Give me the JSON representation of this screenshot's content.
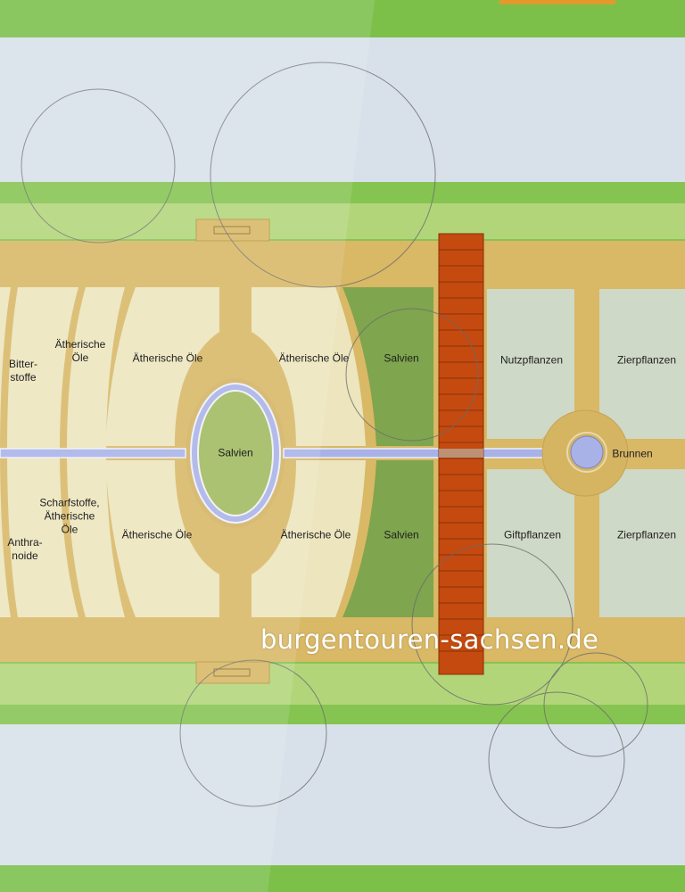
{
  "map": {
    "beds": {
      "bitterstoffe": "Bitter-\nstoffe",
      "aetherische_oele_left_top": "Ätherische\nÖle",
      "aetherische_oele_1": "Ätherische Öle",
      "aetherische_oele_2": "Ätherische Öle",
      "salvien_top": "Salvien",
      "nutzpflanzen": "Nutzpflanzen",
      "zierpflanzen_top": "Zierpflanzen",
      "salvien_center": "Salvien",
      "brunnen": "Brunnen",
      "scharfstoffe": "Scharfstoffe,\nÄtherische\nÖle",
      "anthranoide": "Anthra-\nnoide",
      "aetherische_oele_3": "Ätherische Öle",
      "aetherische_oele_4": "Ätherische Öle",
      "salvien_bottom": "Salvien",
      "giftpflanzen": "Giftpflanzen",
      "zierpflanzen_bottom": "Zierpflanzen"
    },
    "watermark": "burgentouren-sachsen.de",
    "colors": {
      "grass_outer": "#7cc04a",
      "grass_inner": "#a8d070",
      "path": "#d9b866",
      "bed_light": "#ece7c5",
      "bed_green": "#7fa54e",
      "bed_grey": "#cfd9c7",
      "water": "#a8b2e6",
      "bridge": "#c44a10",
      "pavement": "#d8e1ea"
    }
  }
}
